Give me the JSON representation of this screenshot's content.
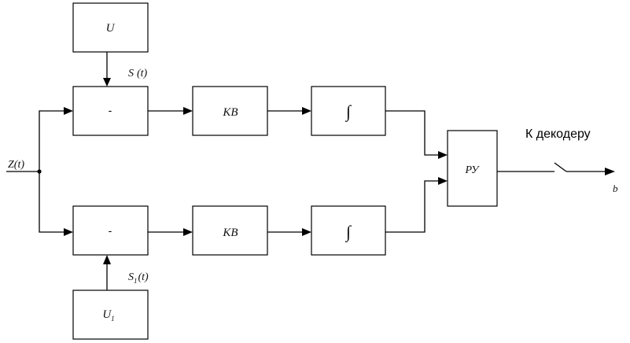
{
  "blocks": {
    "gen_top": "U",
    "sub_top": "-",
    "kv_top": "KB",
    "int_top": "∫",
    "ru": "РУ",
    "sub_bottom": "-",
    "kv_bottom": "KB",
    "int_bottom": "∫",
    "gen_bottom": "U"
  },
  "labels": {
    "gen_bottom_sub": "1",
    "s_top_main": "S",
    "s_top_arg": "(t)",
    "s_bottom_main": "S",
    "s_bottom_sub": "1",
    "s_bottom_arg": "(t)",
    "input": "Z(t)",
    "to_decoder": "К декодеру",
    "output": "b"
  }
}
